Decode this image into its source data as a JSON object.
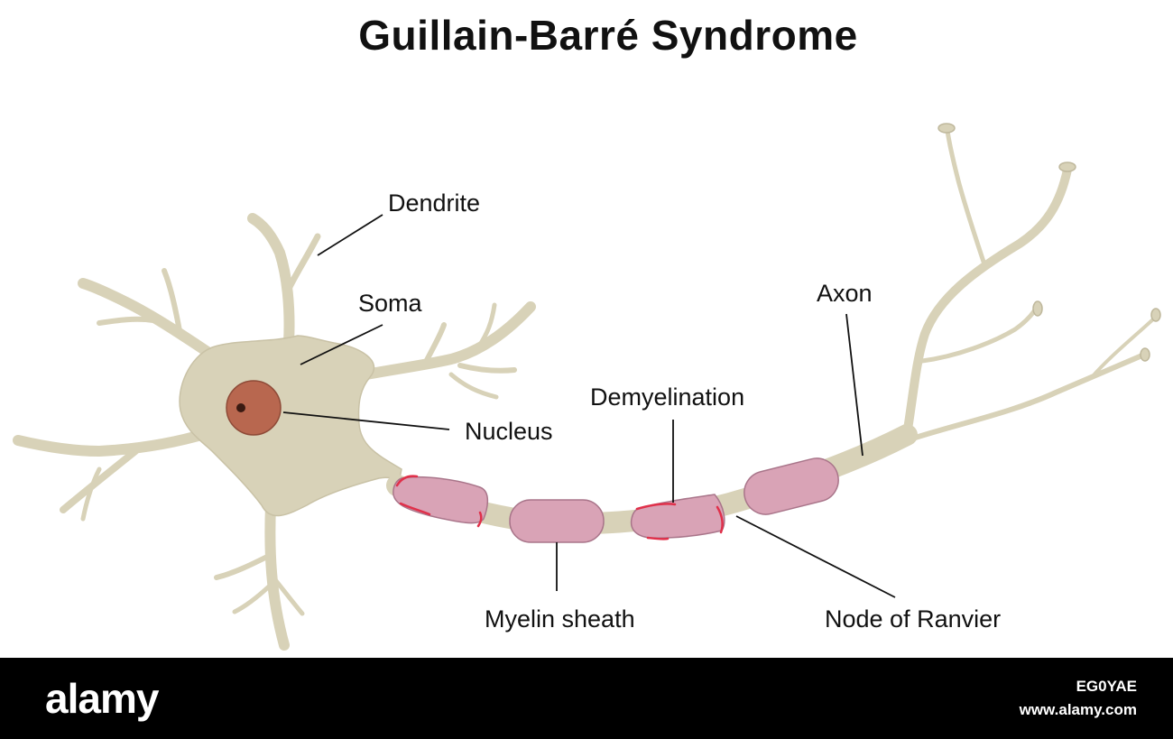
{
  "title": "Guillain-Barré Syndrome",
  "labels": {
    "dendrite": "Dendrite",
    "soma": "Soma",
    "nucleus": "Nucleus",
    "demyelination": "Demyelination",
    "axon": "Axon",
    "myelin_sheath": "Myelin sheath",
    "node_of_ranvier": "Node of Ranvier"
  },
  "footer": {
    "brand": "alamy",
    "image_id": "EG0YAE",
    "site": "www.alamy.com"
  },
  "colors": {
    "neuron": "#d8d2b8",
    "neuron_edge": "#c4bd9f",
    "nucleus": "#b8674f",
    "myelin": "#d9a3b6",
    "myelin_edge": "#a9758a",
    "damage": "#e0304a",
    "footer_bg": "#000000"
  }
}
